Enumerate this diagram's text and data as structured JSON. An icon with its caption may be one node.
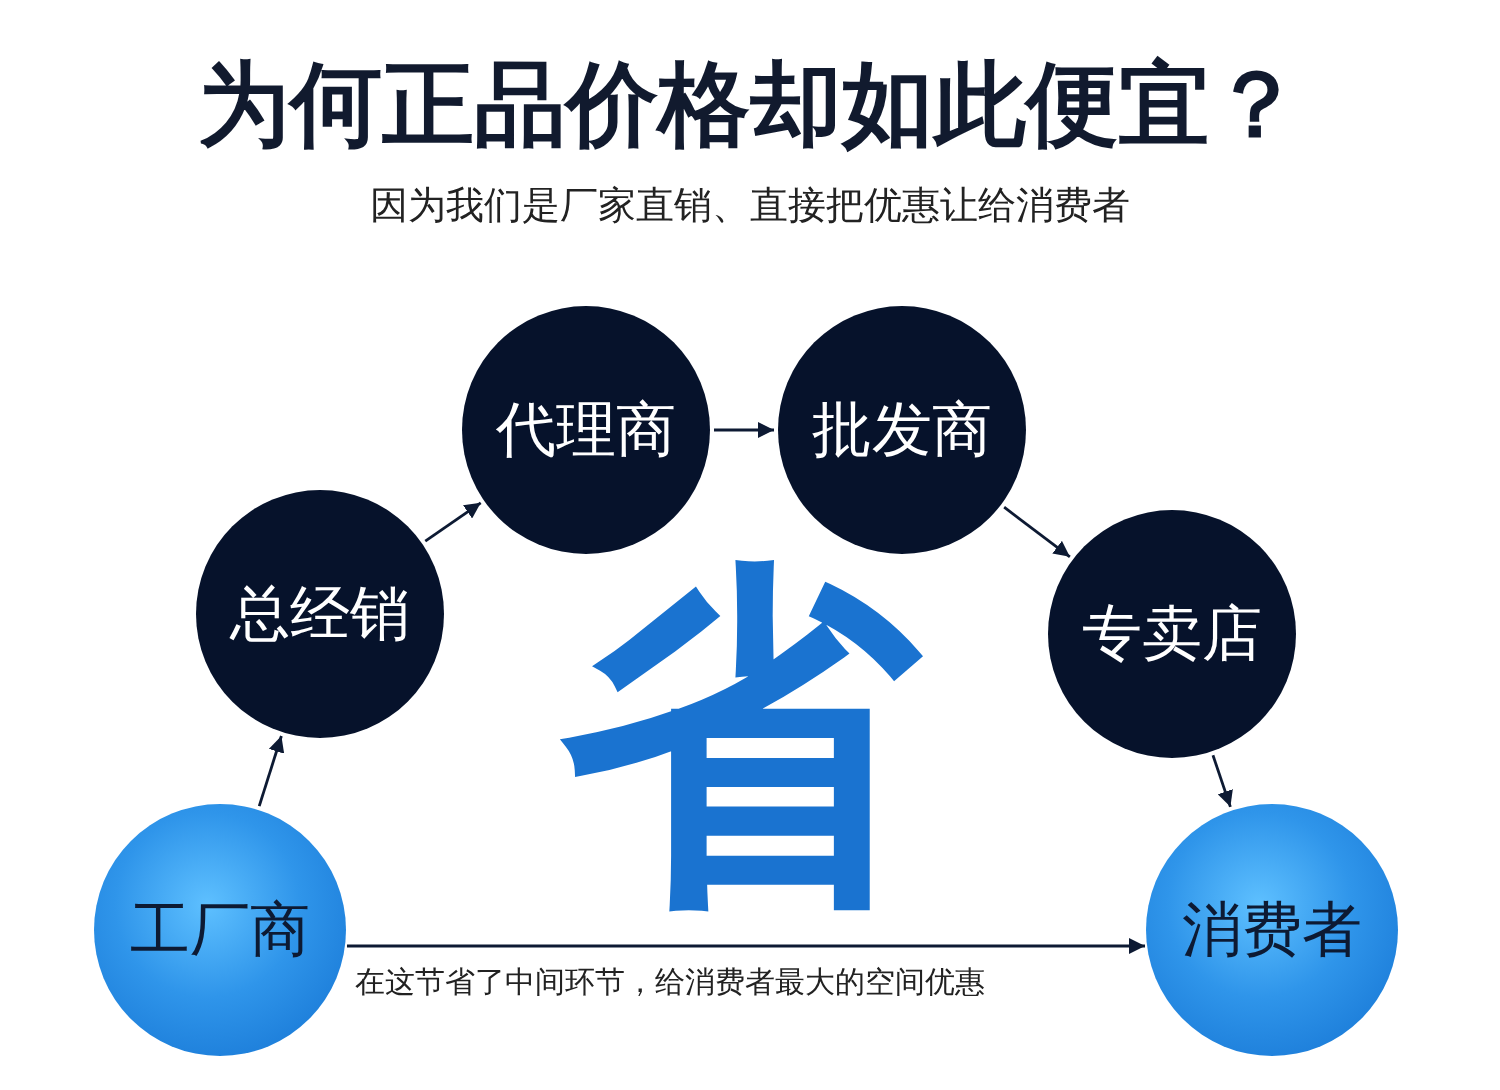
{
  "diagram": {
    "title": "为何正品价格却如此便宜？",
    "nodes": [
      {
        "text": [
          "工厂商"
        ]
      },
      {
        "text": [
          "总经销"
        ]
      },
      {
        "text": [
          "代理商"
        ]
      },
      {
        "text": [
          "批发商"
        ]
      },
      {
        "text": [
          "专卖店"
        ]
      },
      {
        "text": [
          "消费者"
        ]
      }
    ],
    "edges": [
      {
        "from": 0,
        "to": 1,
        "arrow": "to"
      },
      {
        "from": 1,
        "to": 2,
        "arrow": "to"
      },
      {
        "from": 2,
        "to": 3,
        "arrow": "to"
      },
      {
        "from": 3,
        "to": 4,
        "arrow": "to"
      },
      {
        "from": 4,
        "to": 5,
        "arrow": "to"
      },
      {
        "from": 0,
        "to": 5,
        "arrow": "to",
        "label": "在这节省了中间环节，给消费者最大的空间优惠"
      }
    ],
    "labels": [
      "因为我们是厂家直销、直接把优惠让给消费者",
      "省"
    ]
  }
}
